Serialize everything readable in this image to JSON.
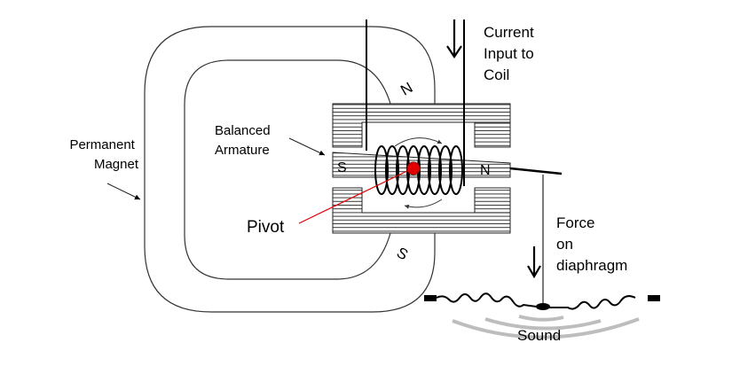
{
  "title": "Balanced armature transducer",
  "labels": {
    "permanent_magnet": [
      "Permanent",
      "Magnet"
    ],
    "balanced_armature": [
      "Balanced",
      "Armature"
    ],
    "current_input": [
      "Current",
      "Input to",
      "Coil"
    ],
    "pivot": "Pivot",
    "force": [
      "Force",
      "on",
      "diaphragm"
    ],
    "sound": "Sound",
    "pole_north_top": "N",
    "pole_south_bottom": "S",
    "armature_south": "S",
    "armature_north": "N"
  },
  "colors": {
    "stroke": "#000000",
    "pivot": "#e00000",
    "pivot_line": "#e00000",
    "sound_waves": "#bdbdbd"
  }
}
